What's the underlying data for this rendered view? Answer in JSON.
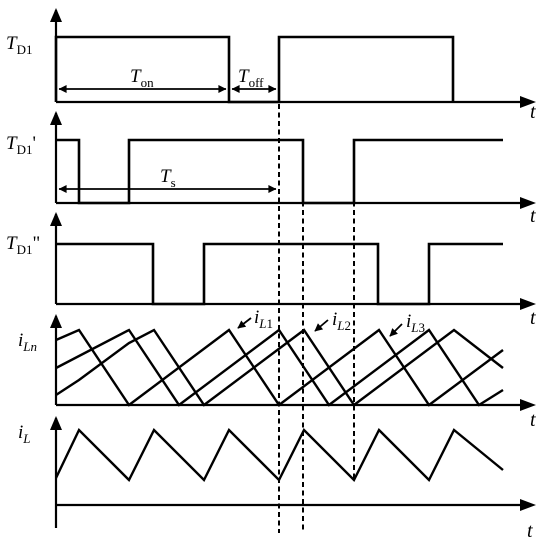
{
  "labels": {
    "td1_main": "T",
    "td1_sub": "D1",
    "td1p_main": "T",
    "td1p_sub": "D1",
    "td1p_mark": "'",
    "td1pp_main": "T",
    "td1pp_sub": "D1",
    "td1pp_mark": "\"",
    "iln_main": "i",
    "iln_sub": "Ln",
    "il_main": "i",
    "il_sub": "L",
    "ton_main": "T",
    "ton_sub": "on",
    "toff_main": "T",
    "toff_sub": "off",
    "ts_main": "T",
    "ts_sub": "s",
    "il1_main": "i",
    "il1_sub_l": "L",
    "il1_sub_n": "1",
    "il2_main": "i",
    "il2_sub_l": "L",
    "il2_sub_n": "2",
    "il3_main": "i",
    "il3_sub_l": "L",
    "il3_sub_n": "3",
    "t": "t"
  }
}
